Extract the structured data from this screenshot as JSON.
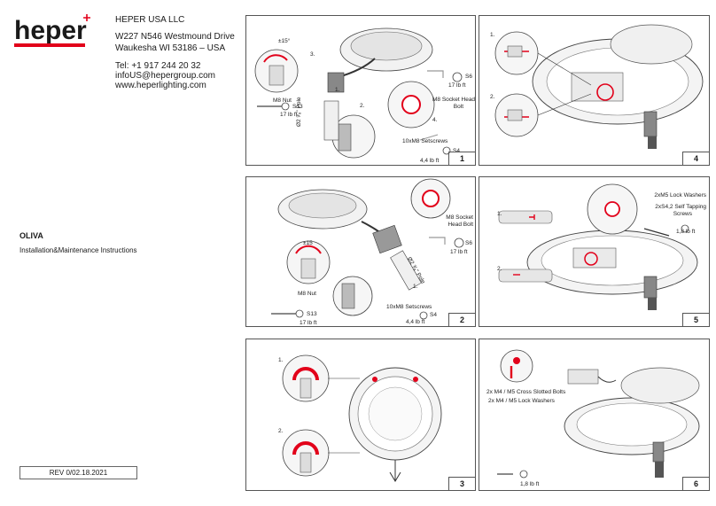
{
  "brand": {
    "logo_text": "heper",
    "accent_color": "#e2001a"
  },
  "company": {
    "name": "HEPER USA LLC",
    "address_line1": "W227 N546 Westmound Drive",
    "address_line2": "Waukesha WI 53186 – USA",
    "phone": "Tel:  +1  917  244  20 32",
    "email": "infoUS@hepergroup.com",
    "website": "www.heperlighting.com"
  },
  "product": {
    "name": "OLIVA",
    "subtitle": "Installation&Maintenance Instructions"
  },
  "revision": "REV 0/02.18.2021",
  "panels": {
    "p1": {
      "number": "1",
      "angle": "±15°",
      "step3": "3.",
      "step2": "2.",
      "step4": "4.",
      "step1": "1.",
      "nut_label": "M8 Nut",
      "nut_tool": "S13",
      "nut_torque": "17 lb ft",
      "pole": "Ø2 ³⁄₈\" Pole",
      "bolt_label_1": "M8 Socket Head",
      "bolt_label_2": "Bolt",
      "bolt_tool": "S6",
      "bolt_torque": "17 lb ft",
      "setscrews": "10xM8 Setscrews",
      "setscrew_tool": "S4",
      "setscrew_torque": "4,4 lb ft"
    },
    "p2": {
      "number": "2",
      "angle": "±15",
      "bolt_label_1": "M8 Socket",
      "bolt_label_2": "Head Bolt",
      "bolt_tool": "S6",
      "bolt_torque": "17 lb ft",
      "pole": "Ø2 ³⁄₈\" Pole",
      "step1": "1.",
      "nut_label": "M8 Nut",
      "setscrews": "10xM8 Setscrews",
      "nut_tool": "S13",
      "nut_torque": "17 lb ft",
      "setscrew_tool": "S4",
      "setscrew_torque": "4,4 lb ft"
    },
    "p3": {
      "number": "3",
      "step1": "1.",
      "step2": "2."
    },
    "p4": {
      "number": "4",
      "step1": "1.",
      "step2": "2."
    },
    "p5": {
      "number": "5",
      "step1": "1.",
      "step2": "2.",
      "washers": "2xM5 Lock Washers",
      "screws_1": "2xS4,2 Self Tapping",
      "screws_2": "Screws",
      "torque": "1,8 lb ft"
    },
    "p6": {
      "number": "6",
      "bolts": "2x M4 / M5 Cross Slotted Bolts",
      "washers": "2x M4 / M5 Lock Washers",
      "torque": "1,8 lb ft"
    }
  }
}
